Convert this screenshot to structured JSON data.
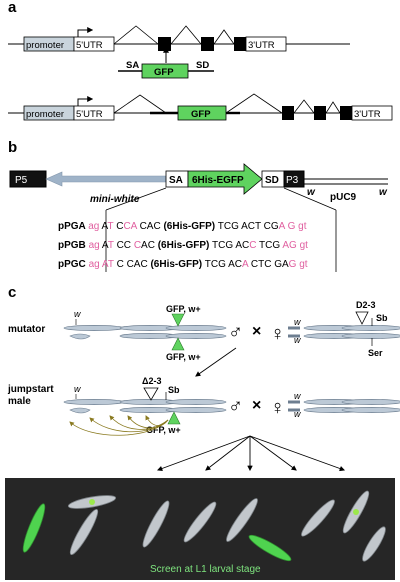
{
  "panels": {
    "a": {
      "letter": "a",
      "promoter": "promoter",
      "utr5": "5'UTR",
      "utr3": "3'UTR",
      "sa": "SA",
      "sd": "SD",
      "gfp": "GFP"
    },
    "b": {
      "letter": "b",
      "p5": "P5",
      "mini_white": "mini-white",
      "sa": "SA",
      "egfp": "6His-EGFP",
      "sd": "SD",
      "p3": "P3",
      "w1": "w",
      "w2": "w",
      "puc": "pUC9",
      "constructs": [
        {
          "name": "pPGA",
          "pre": [
            {
              "t": "ag ",
              "p": true
            },
            {
              "t": "A",
              "p": false
            },
            {
              "t": "T ",
              "p": true
            },
            {
              "t": "C",
              "p": false
            },
            {
              "t": "CA ",
              "p": true
            },
            {
              "t": "CAC ",
              "p": false
            }
          ],
          "mid": "(6His-GFP)",
          "post": [
            {
              "t": " TCG ACT CG",
              "p": false
            },
            {
              "t": "A G",
              "p": true
            },
            {
              "t": " ",
              "p": false
            },
            {
              "t": "gt",
              "p": true
            }
          ]
        },
        {
          "name": "pPGB",
          "pre": [
            {
              "t": "ag ",
              "p": true
            },
            {
              "t": "A",
              "p": false
            },
            {
              "t": "T ",
              "p": true
            },
            {
              "t": "CC ",
              "p": false
            },
            {
              "t": "C",
              "p": true
            },
            {
              "t": "AC ",
              "p": false
            }
          ],
          "mid": "(6His-GFP)",
          "post": [
            {
              "t": " TCG AC",
              "p": false
            },
            {
              "t": "C",
              "p": true
            },
            {
              "t": " TCG ",
              "p": false
            },
            {
              "t": "AG",
              "p": true
            },
            {
              "t": " ",
              "p": false
            },
            {
              "t": "gt",
              "p": true
            }
          ]
        },
        {
          "name": "pPGC",
          "pre": [
            {
              "t": "ag ",
              "p": true
            },
            {
              "t": "AT ",
              "p": true
            },
            {
              "t": "C CAC ",
              "p": false
            }
          ],
          "mid": "(6His-GFP)",
          "post": [
            {
              "t": " TCG AC",
              "p": false
            },
            {
              "t": "A",
              "p": true
            },
            {
              "t": " CTC GA",
              "p": false
            },
            {
              "t": "G",
              "p": true
            },
            {
              "t": " ",
              "p": false
            },
            {
              "t": "gt",
              "p": true
            }
          ]
        }
      ]
    },
    "c": {
      "letter": "c",
      "mutator": "mutator",
      "jumpstart1": "jumpstart",
      "jumpstart2": "male",
      "w": "w",
      "gfp_w": "GFP, w+",
      "d23": "D2-3",
      "sb": "Sb",
      "ser": "Ser",
      "delta23": "Δ2-3",
      "male_sym": "♂",
      "female_sym": "♀",
      "cross": "×",
      "screen_label": "Screen at L1 larval stage"
    }
  },
  "colors": {
    "gfp_green": "#5fd35f",
    "promoter_fill": "#c9d4dc",
    "minwhite_arrow": "#9fb3c8",
    "pink": "#e060a0",
    "larva_panel": "#262626",
    "chrom_fill": "#bcc9d6"
  }
}
